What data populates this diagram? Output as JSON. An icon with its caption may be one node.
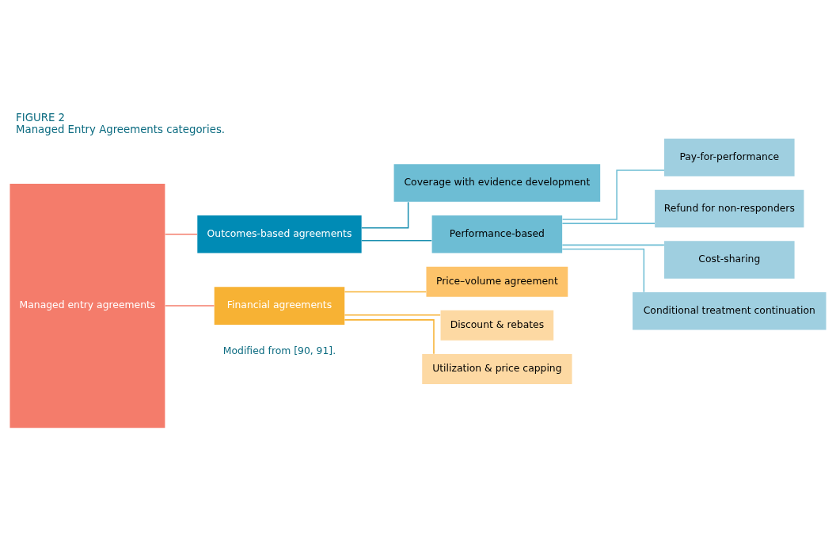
{
  "diagram": {
    "title": "FIGURE 2",
    "caption": "Managed Entry Agreements categories.",
    "nodes": [
      {
        "text": [
          "Managed entry agreements"
        ]
      },
      {
        "text": [
          "Outcomes-based agreements"
        ]
      },
      {
        "text": [
          "Coverage with evidence development"
        ]
      },
      {
        "text": [
          "Performance-based"
        ]
      },
      {
        "text": [
          "Pay-for-performance"
        ]
      },
      {
        "text": [
          "Refund for non-responders"
        ]
      },
      {
        "text": [
          "Cost-sharing"
        ]
      },
      {
        "text": [
          "Conditional treatment continuation"
        ]
      },
      {
        "text": [
          "Financial agreements"
        ]
      },
      {
        "text": [
          "Price–volume agreement"
        ]
      },
      {
        "text": [
          "Discount & rebates"
        ]
      },
      {
        "text": [
          "Utilization & price capping"
        ]
      }
    ],
    "edges": [
      {
        "from": 0,
        "to": 1,
        "arrow": "none",
        "color": "#f47c6b"
      },
      {
        "from": 0,
        "to": 8,
        "arrow": "none",
        "color": "#f47c6b"
      },
      {
        "from": 1,
        "to": 2,
        "arrow": "none",
        "color": "#1a8fb0"
      },
      {
        "from": 1,
        "to": 3,
        "arrow": "none",
        "color": "#1a8fb0"
      },
      {
        "from": 3,
        "to": 4,
        "arrow": "none",
        "color": "#6dbdd4"
      },
      {
        "from": 3,
        "to": 5,
        "arrow": "none",
        "color": "#6dbdd4"
      },
      {
        "from": 3,
        "to": 6,
        "arrow": "none",
        "color": "#6dbdd4"
      },
      {
        "from": 3,
        "to": 7,
        "arrow": "none",
        "color": "#6dbdd4"
      },
      {
        "from": 8,
        "to": 9,
        "arrow": "none",
        "color": "#f7b234"
      },
      {
        "from": 8,
        "to": 10,
        "arrow": "none",
        "color": "#f7b234"
      },
      {
        "from": 8,
        "to": 11,
        "arrow": "none",
        "color": "#f7b234"
      }
    ],
    "labels": [
      "Modified from [90, 91]."
    ]
  }
}
